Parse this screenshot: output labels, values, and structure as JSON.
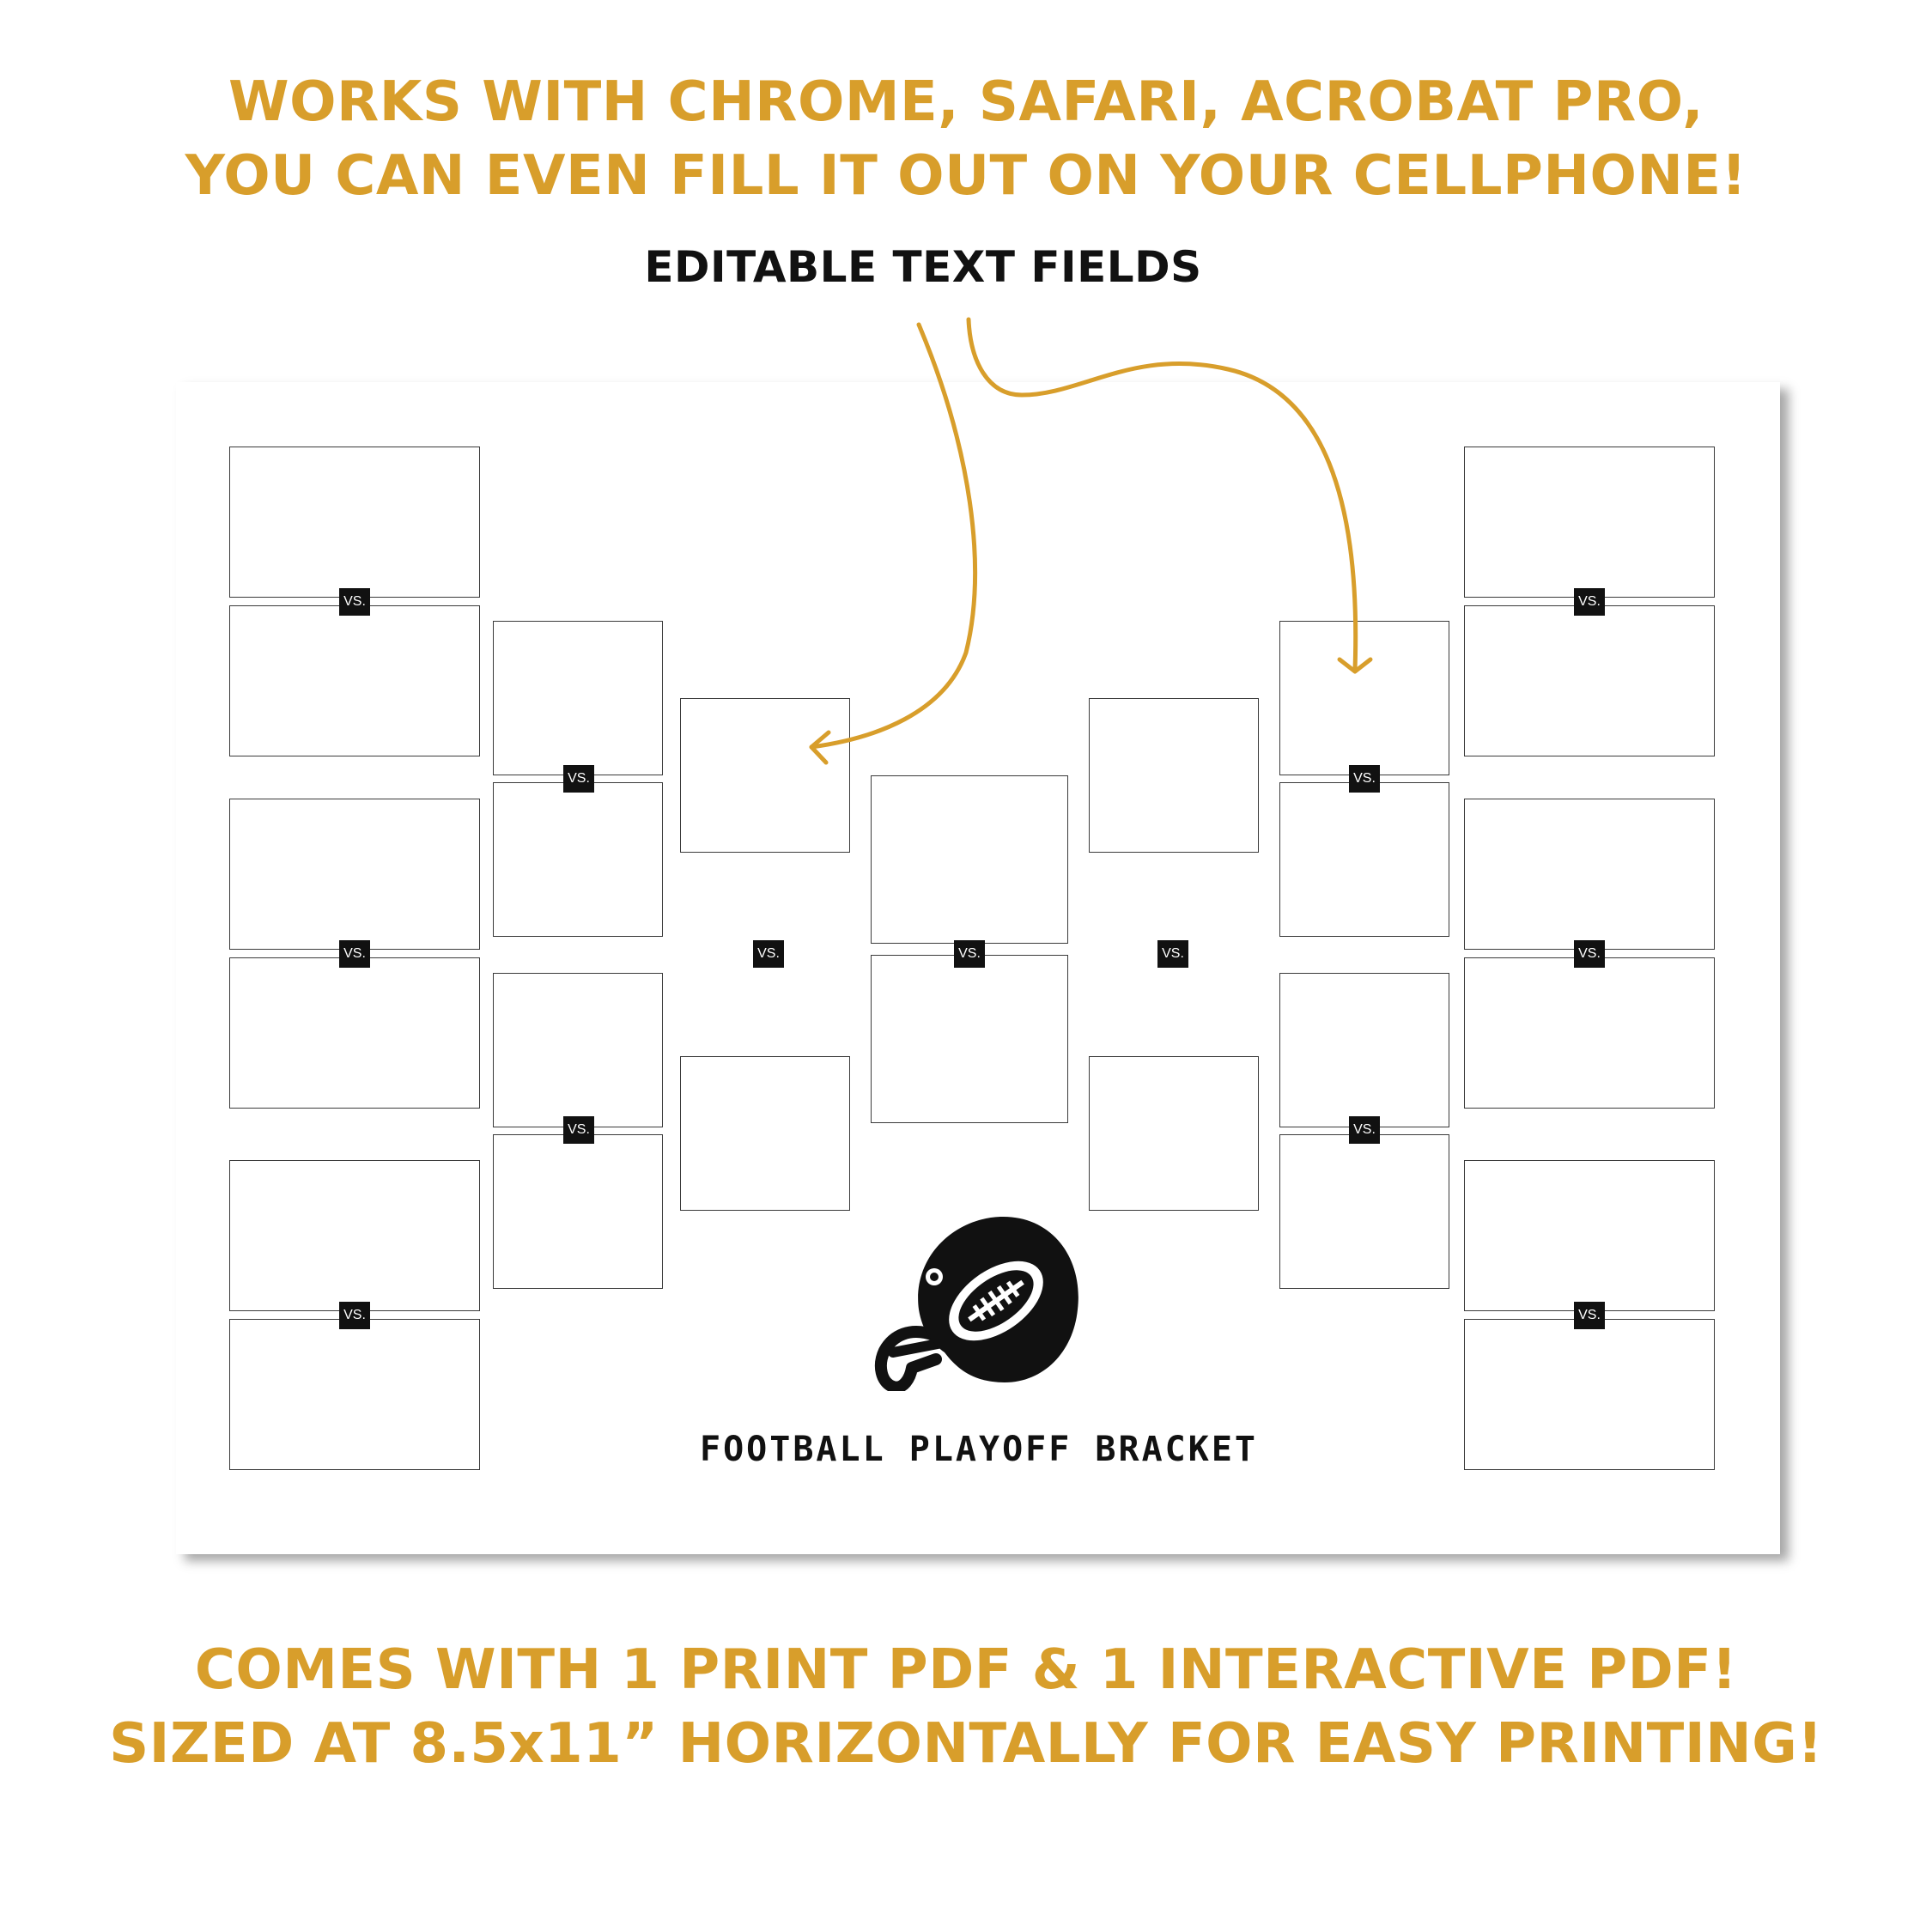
{
  "header": {
    "line1": "WORKS WITH CHROME, SAFARI, ACROBAT PRO,",
    "line2": "YOU CAN EVEN FILL IT OUT ON YOUR CELLPHONE!"
  },
  "callout": {
    "label": "EDITABLE TEXT FIELDS"
  },
  "bracket": {
    "title": "FOOTBALL PLAYOFF BRACKET",
    "vs_label": "VS."
  },
  "footer": {
    "line1": "COMES WITH 1 PRINT PDF & 1 INTERACTIVE PDF!",
    "line2": "SIZED AT 8.5x11” HORIZONTALLY FOR EASY PRINTING!"
  },
  "colors": {
    "accent": "#d89e2b",
    "ink": "#111111"
  },
  "icons": [
    "football-helmet-icon",
    "arrow-icon"
  ]
}
